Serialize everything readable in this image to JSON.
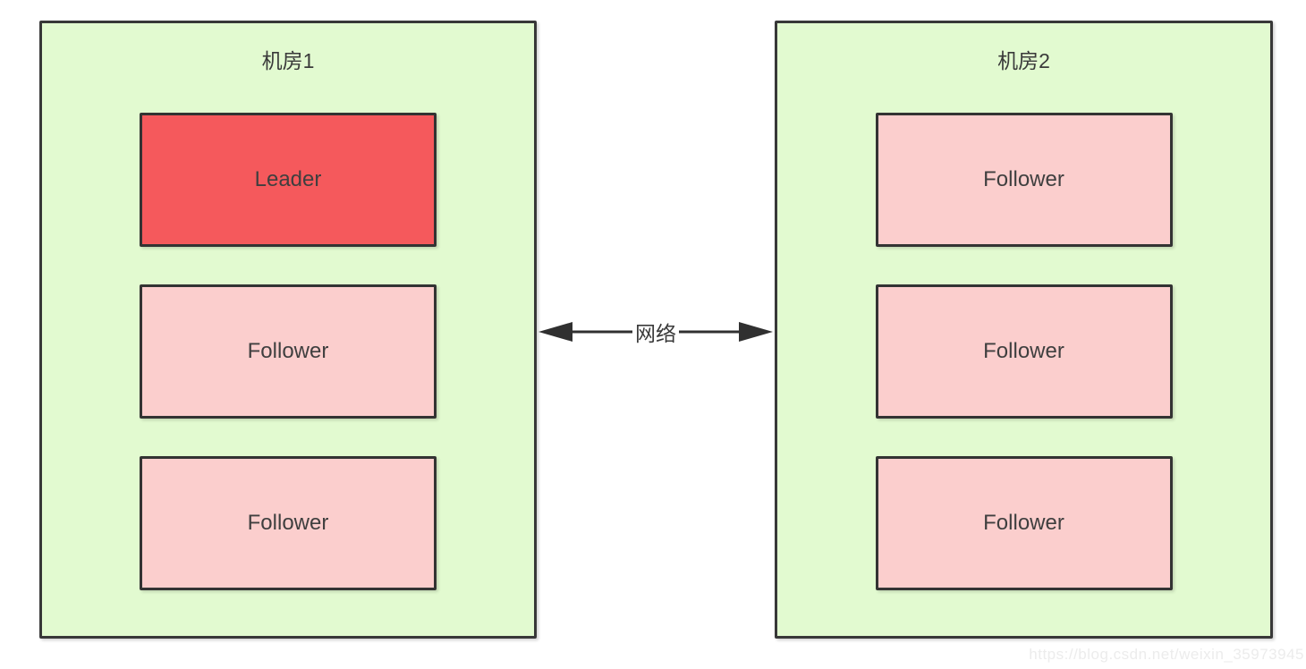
{
  "diagram": {
    "datacenters": [
      {
        "title": "机房1",
        "nodes": [
          {
            "label": "Leader",
            "role": "leader"
          },
          {
            "label": "Follower",
            "role": "follower"
          },
          {
            "label": "Follower",
            "role": "follower"
          }
        ]
      },
      {
        "title": "机房2",
        "nodes": [
          {
            "label": "Follower",
            "role": "follower"
          },
          {
            "label": "Follower",
            "role": "follower"
          },
          {
            "label": "Follower",
            "role": "follower"
          }
        ]
      }
    ],
    "link": {
      "label": "网络",
      "type": "bidirectional-arrow"
    },
    "colors": {
      "room_fill": "#e2fad0",
      "leader_fill": "#f5595c",
      "follower_fill": "#fbcecd",
      "border": "#333333",
      "arrow": "#303030",
      "text": "#3a3a3a",
      "watermark_text": "#ececec"
    },
    "watermark": "https://blog.csdn.net/weixin_35973945"
  }
}
